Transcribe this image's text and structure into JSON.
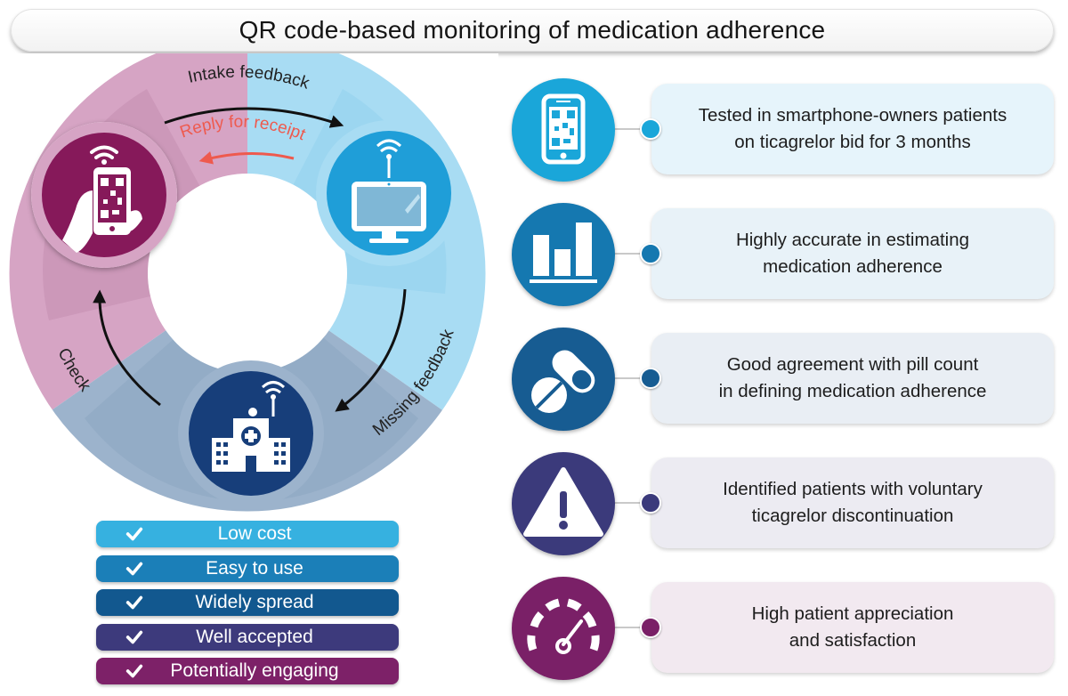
{
  "title": "QR code-based monitoring of medication adherence",
  "cycle": {
    "labels": {
      "intake_feedback": "Intake feedback",
      "reply_for_receipt": "Reply for receipt",
      "missing_feedback": "Missing feedback",
      "check": "Check"
    },
    "nodes": [
      {
        "name": "patient-smartphone",
        "icon": "hand-phone-qr-icon",
        "color": "#86195a"
      },
      {
        "name": "monitor-server",
        "icon": "monitor-antenna-icon",
        "color": "#1f9ed8"
      },
      {
        "name": "hospital",
        "icon": "hospital-antenna-icon",
        "color": "#173e7a"
      }
    ],
    "colors": {
      "pink": "#d6a4c4",
      "light_blue": "#a8dcf3",
      "steel_blue": "#9cb3cc",
      "reply_arrow": "#ee5a4e"
    }
  },
  "benefits": [
    {
      "label": "Low cost",
      "color": "#36b1e0"
    },
    {
      "label": "Easy to use",
      "color": "#1b7fb8"
    },
    {
      "label": "Widely spread",
      "color": "#12588f"
    },
    {
      "label": "Well accepted",
      "color": "#3d3a7c"
    },
    {
      "label": "Potentially engaging",
      "color": "#7d2168"
    }
  ],
  "findings": [
    {
      "icon": "smartphone-qr-icon",
      "text": "Tested in smartphone-owners patients\non ticagrelor bid for 3 months",
      "color": "#1aa6d9",
      "bg": "#e6f4fb"
    },
    {
      "icon": "bar-chart-icon",
      "text": "Highly accurate in estimating\nmedication adherence",
      "color": "#1578b0",
      "bg": "#e8f2f8"
    },
    {
      "icon": "pill-icon",
      "text": "Good agreement with pill count\nin defining medication adherence",
      "color": "#175c92",
      "bg": "#e9eef4"
    },
    {
      "icon": "warning-icon",
      "text": "Identified patients with voluntary\nticagrelor discontinuation",
      "color": "#3b3a7b",
      "bg": "#ecebf2"
    },
    {
      "icon": "gauge-icon",
      "text": "High patient appreciation\nand satisfaction",
      "color": "#7a2067",
      "bg": "#f2e9f0"
    }
  ]
}
